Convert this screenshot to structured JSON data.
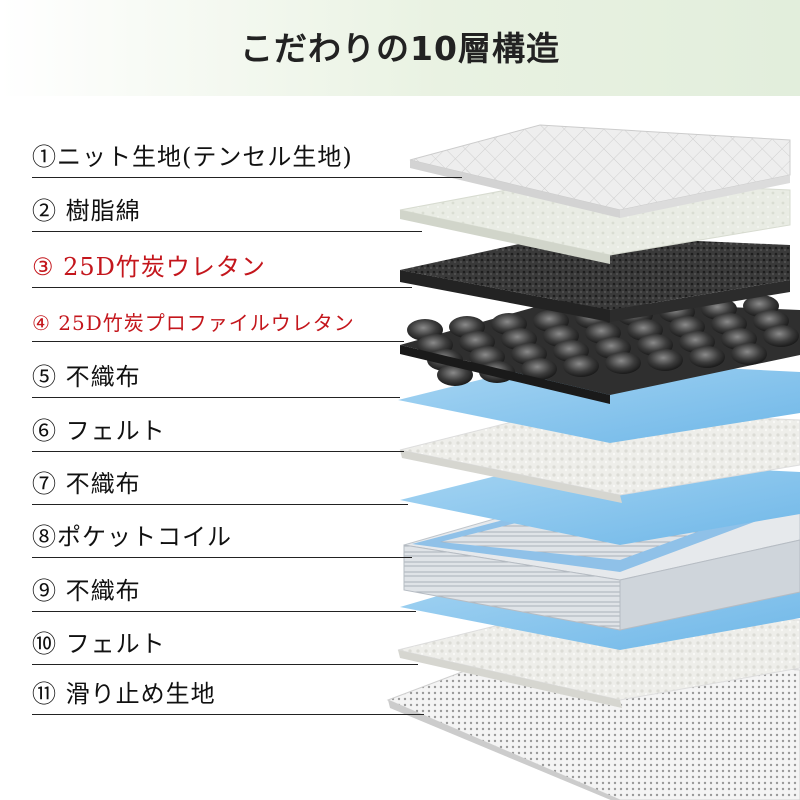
{
  "title": "こだわりの10層構造",
  "colors": {
    "header_bg": "#e2eedc",
    "red_label": "#c4161c",
    "text": "#111111"
  },
  "layers": [
    {
      "label": "①ニット生地(テンセル生地)",
      "color": "#111111",
      "material": "knit-fabric"
    },
    {
      "label": "② 樹脂綿",
      "color": "#111111",
      "material": "resin-cotton"
    },
    {
      "label": "③ 25D竹炭ウレタン",
      "color": "#c4161c",
      "material": "bamboo-charcoal-urethane"
    },
    {
      "label": "④ 25D竹炭プロファイルウレタン",
      "color": "#c4161c",
      "material": "profile-urethane"
    },
    {
      "label": "⑤ 不織布",
      "color": "#111111",
      "material": "non-woven"
    },
    {
      "label": "⑥ フェルト",
      "color": "#111111",
      "material": "felt"
    },
    {
      "label": "⑦ 不織布",
      "color": "#111111",
      "material": "non-woven"
    },
    {
      "label": "⑧ポケットコイル",
      "color": "#111111",
      "material": "pocket-coil"
    },
    {
      "label": "⑨ 不織布",
      "color": "#111111",
      "material": "non-woven"
    },
    {
      "label": "⑩ フェルト",
      "color": "#111111",
      "material": "felt"
    },
    {
      "label": "⑪ 滑り止め生地",
      "color": "#111111",
      "material": "anti-slip"
    }
  ]
}
